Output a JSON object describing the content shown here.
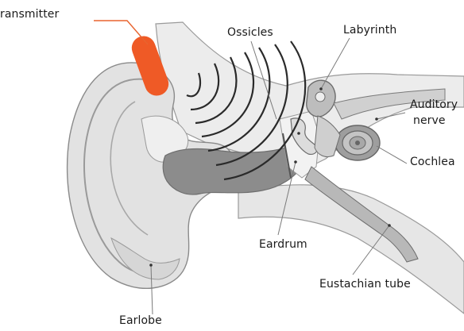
{
  "diagram": {
    "labels": {
      "transmitter": "ransmitter",
      "ossicles": "Ossicles",
      "labyrinth": "Labyrinth",
      "auditory_nerve_line1": "Auditory",
      "auditory_nerve_line2": "nerve",
      "cochlea": "Cochlea",
      "eardrum": "Eardrum",
      "eustachian_tube": "Eustachian tube",
      "earlobe": "Earlobe"
    },
    "colors": {
      "transmitter": "#ef5a26",
      "leader_transmitter": "#e8642f",
      "tissue_light": "#e4e4e4",
      "tissue_mid": "#c9c9c9",
      "canal_dark": "#8e8e8e",
      "outline": "#8a8a8a",
      "sound_wave": "#2a2a2a",
      "leader": "#7a7a7a"
    }
  }
}
